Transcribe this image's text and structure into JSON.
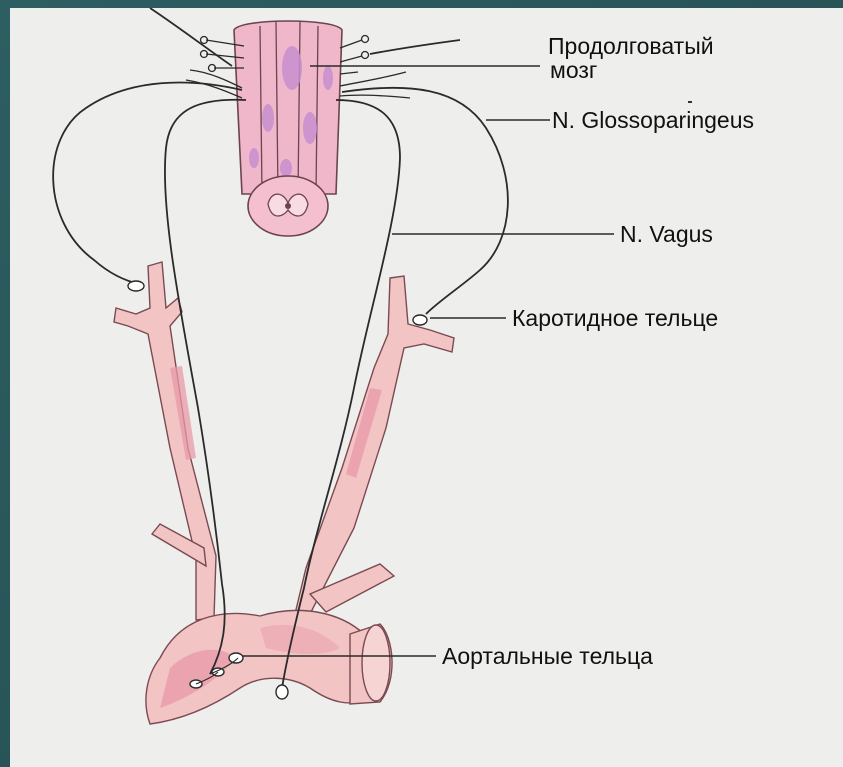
{
  "labels": {
    "medulla_line1": "Продолговатый",
    "medulla_line2": "мозг",
    "glossopharyngeus": "N. Glossoparingeus",
    "vagus": "N. Vagus",
    "carotid_body": "Каротидное тельце",
    "aortic_bodies": "Аортальные тельца"
  },
  "colors": {
    "background": "#eeeeec",
    "frame": "#2b5558",
    "vessel_fill": "#f3c4c4",
    "vessel_dark": "#e89aa8",
    "medulla_fill": "#f0b6c9",
    "medulla_spots": "#c78fd0",
    "nerve": "#2a2a2a"
  }
}
